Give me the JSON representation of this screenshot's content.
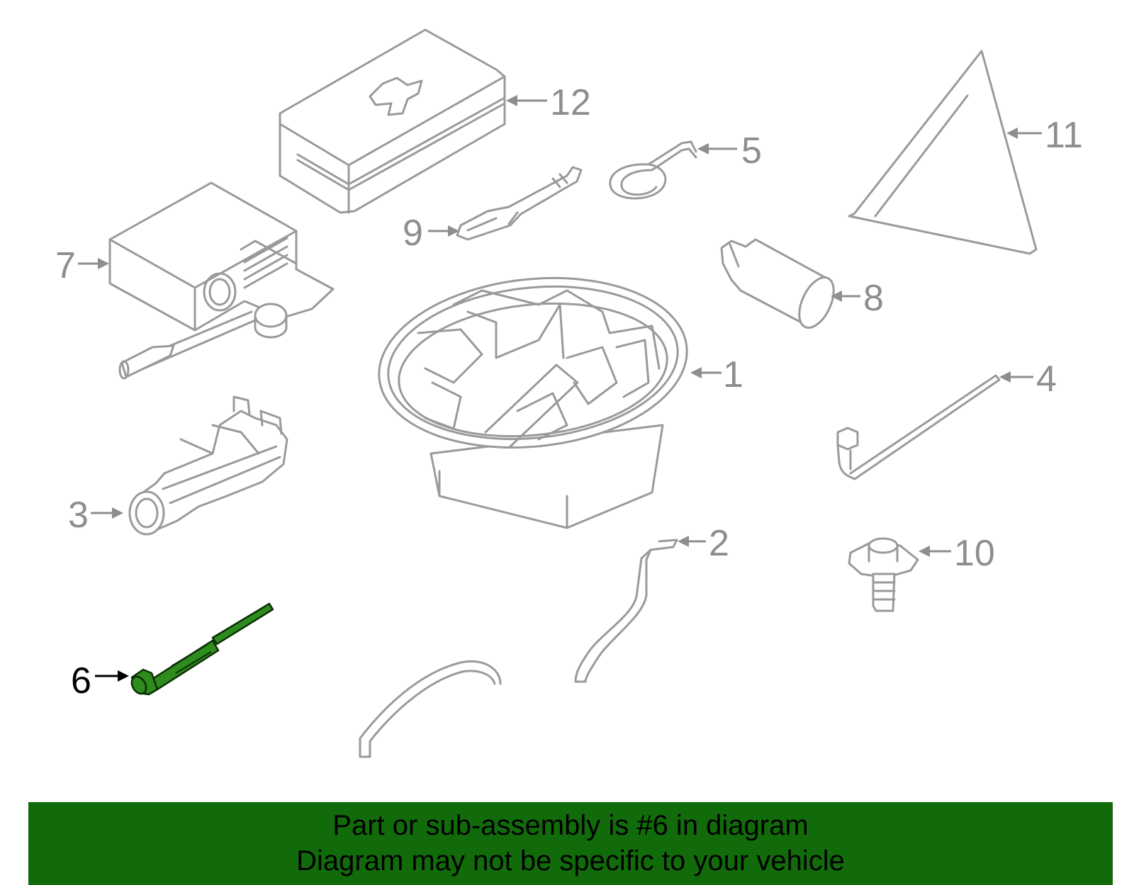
{
  "callouts": {
    "c1": "1",
    "c2": "2",
    "c3": "3",
    "c4": "4",
    "c5": "5",
    "c6": "6",
    "c7": "7",
    "c8": "8",
    "c9": "9",
    "c10": "10",
    "c11": "11",
    "c12": "12"
  },
  "highlighted_part": "6",
  "banner": {
    "line1": "Part or sub-assembly is #6 in diagram",
    "line2": "Diagram may not be specific to your vehicle"
  },
  "colors": {
    "banner": "#126b0a",
    "highlight": "#2e8b1e",
    "part_stroke": "#9a9a9a"
  }
}
